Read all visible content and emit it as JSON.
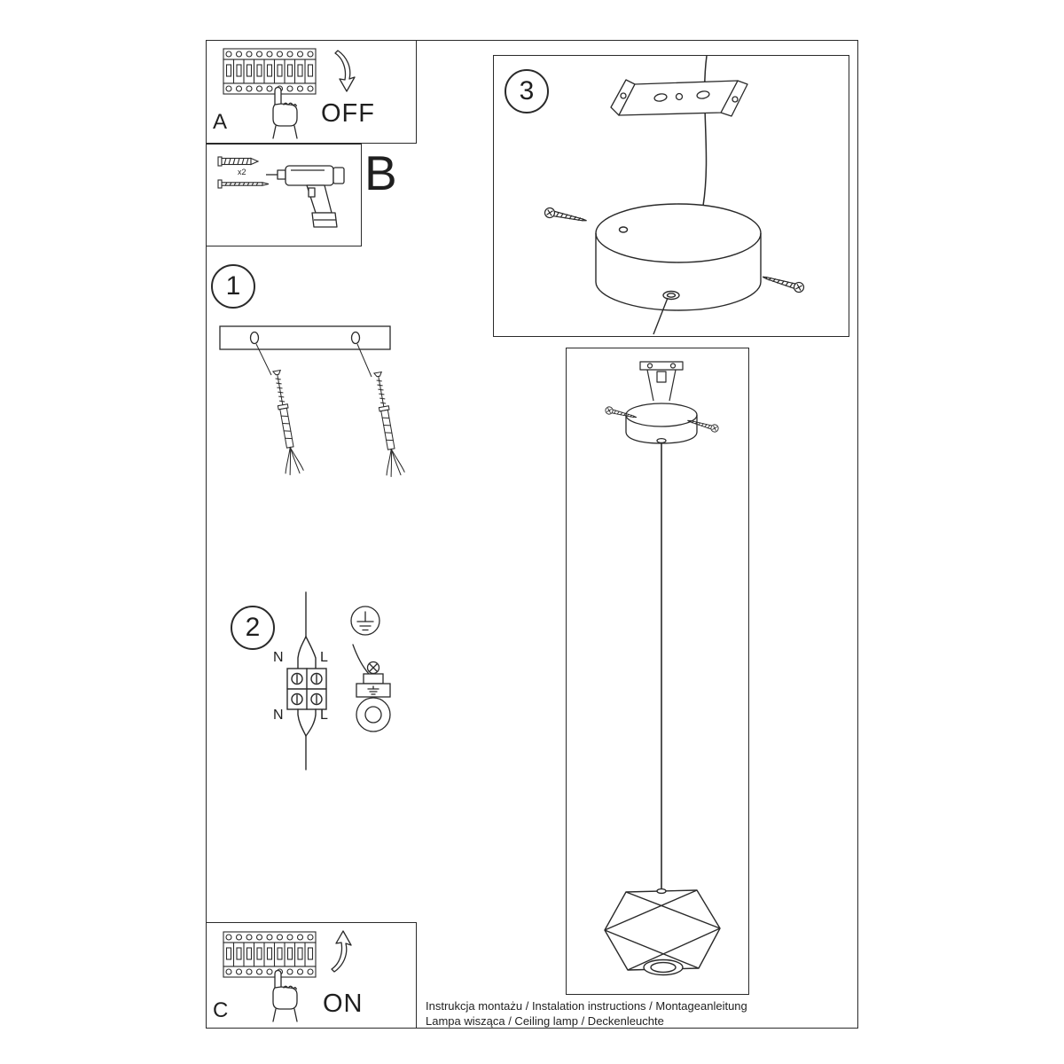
{
  "document": {
    "panels": {
      "a": {
        "label": "A",
        "action": "OFF"
      },
      "b": {
        "label": "B",
        "quantity": "x2"
      },
      "c": {
        "label": "C",
        "action": "ON"
      }
    },
    "steps": [
      {
        "number": "1"
      },
      {
        "number": "2"
      },
      {
        "number": "3"
      }
    ],
    "wiring_labels": {
      "neutral_top": "N",
      "live_top": "L",
      "neutral_bottom": "N",
      "live_bottom": "L"
    },
    "footer": {
      "line1": "Instrukcja montażu / Instalation instructions / Montageanleitung",
      "line2": "Lampa wisząca / Ceiling lamp / Deckenleuchte"
    },
    "colors": {
      "ink": "#2a2a2a",
      "background": "#ffffff"
    }
  }
}
